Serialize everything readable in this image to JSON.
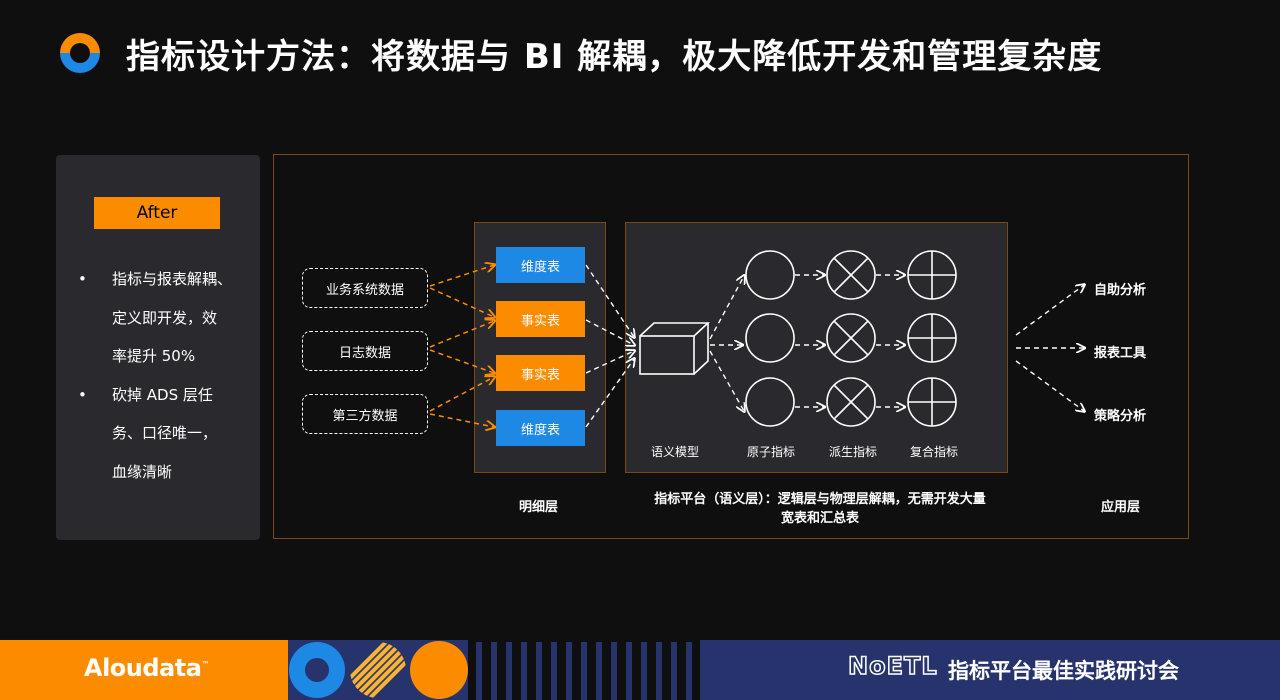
{
  "header": {
    "title": "指标设计方法：将数据与 BI 解耦，极大降低开发和管理复杂度"
  },
  "left_panel": {
    "badge": "After",
    "bullet_char": "•",
    "bullets": [
      [
        "指标与报表解耦、",
        "定义即开发，效",
        "率提升 50%"
      ],
      [
        "砍掉 ADS 层任",
        "务、口径唯一，",
        "血缘清晰"
      ]
    ]
  },
  "diagram": {
    "sources": [
      "业务系统数据",
      "日志数据",
      "第三方数据"
    ],
    "detail_tables": [
      "维度表",
      "事实表",
      "事实表",
      "维度表"
    ],
    "platform_labels": [
      "语义模型",
      "原子指标",
      "派生指标",
      "复合指标"
    ],
    "apps": [
      "自助分析",
      "报表工具",
      "策略分析"
    ],
    "captions": {
      "detail": "明细层",
      "platform_line1": "指标平台（语义层）：逻辑层与物理层解耦，无需开发大量",
      "platform_line2": "宽表和汇总表",
      "app": "应用层"
    },
    "colors": {
      "accent": "#fb8c00",
      "blue": "#1e88e5",
      "frame": "#7a4a12"
    }
  },
  "footer": {
    "brand": "Aloudata",
    "brand_tm": "™",
    "logo_text": "NoETL",
    "event": "指标平台最佳实践研讨会",
    "colors": {
      "orange": "#fb8c00",
      "navy": "#27336c",
      "blue": "#1e88e5"
    }
  }
}
